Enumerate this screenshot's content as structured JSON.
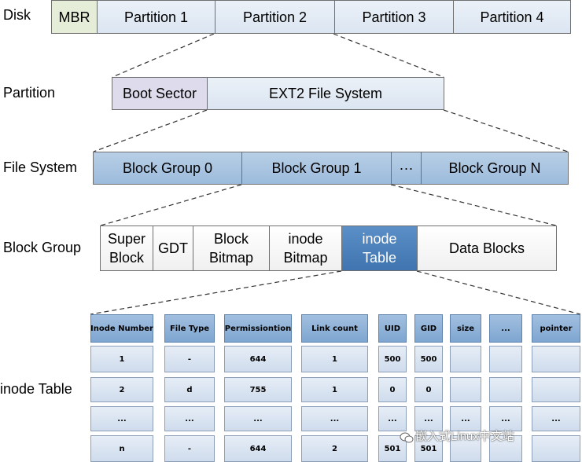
{
  "labels": {
    "disk": "Disk",
    "partition": "Partition",
    "file_system": "File System",
    "block_group": "Block Group",
    "inode_table": "inode Table"
  },
  "disk": [
    "MBR",
    "Partition 1",
    "Partition 2",
    "Partition 3",
    "Partition 4"
  ],
  "partition": [
    "Boot Sector",
    "EXT2 File System"
  ],
  "file_system": [
    "Block Group 0",
    "Block Group 1",
    "···",
    "Block Group N"
  ],
  "block_group": [
    "Super\nBlock",
    "GDT",
    "Block\nBitmap",
    "inode\nBitmap",
    "inode\nTable",
    "Data Blocks"
  ],
  "inode_table": {
    "headers": [
      "Inode Number",
      "File Type",
      "Permissiontion",
      "Link count",
      "UID",
      "GID",
      "size",
      "...",
      "pointer"
    ],
    "rows": [
      [
        "1",
        "-",
        "644",
        "1",
        "500",
        "500",
        "",
        "",
        ""
      ],
      [
        "2",
        "d",
        "755",
        "1",
        "0",
        "0",
        "",
        "",
        ""
      ],
      [
        "...",
        "...",
        "...",
        "...",
        "...",
        "...",
        "...",
        "...",
        "..."
      ],
      [
        "n",
        "-",
        "644",
        "2",
        "501",
        "501",
        "",
        "",
        ""
      ]
    ]
  },
  "watermark": "嵌入式Linux中文站"
}
